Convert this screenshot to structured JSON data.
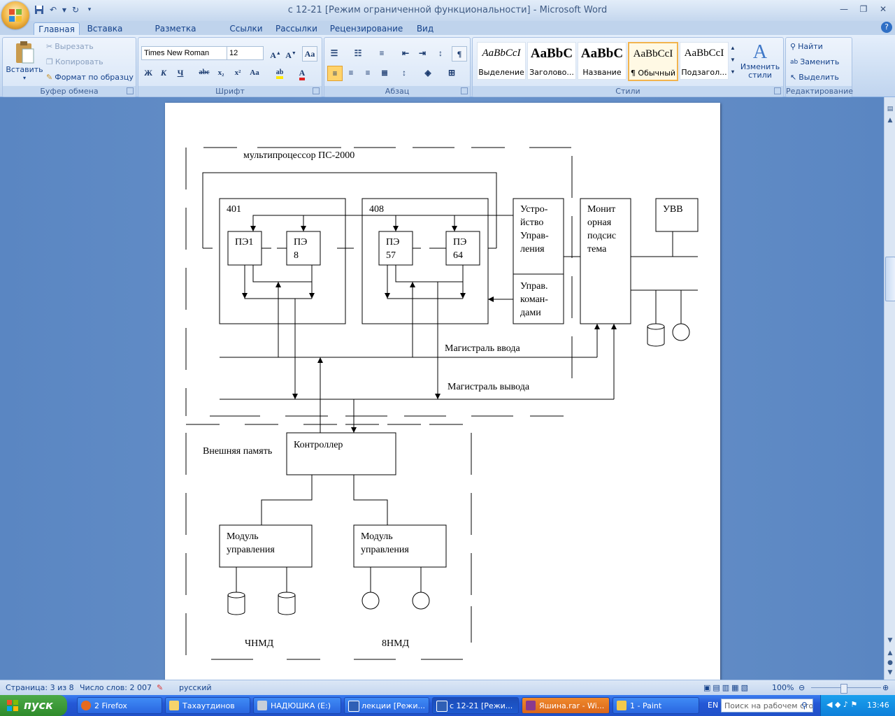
{
  "window": {
    "title": "с 12-21 [Режим ограниченной функциональности] - Microsoft Word"
  },
  "tabs": [
    "Главная",
    "Вставка",
    "Разметка страницы",
    "Ссылки",
    "Рассылки",
    "Рецензирование",
    "Вид"
  ],
  "ribbon": {
    "clipboard": {
      "paste": "Вставить",
      "cut": "Вырезать",
      "copy": "Копировать",
      "format_painter": "Формат по образцу",
      "label": "Буфер обмена"
    },
    "font": {
      "name": "Times New Roman",
      "size": "12",
      "label": "Шрифт"
    },
    "paragraph": {
      "label": "Абзац"
    },
    "styles": {
      "items": [
        {
          "preview": "AaBbCcI",
          "name": "Выделение"
        },
        {
          "preview": "AaBbC",
          "name": "Заголово..."
        },
        {
          "preview": "AaBbC",
          "name": "Название"
        },
        {
          "preview": "AaBbCcI",
          "name": "¶ Обычный"
        },
        {
          "preview": "AaBbCcI",
          "name": "Подзагол..."
        }
      ],
      "change": "Изменить стили",
      "label": "Стили"
    },
    "editing": {
      "find": "Найти",
      "replace": "Заменить",
      "select": "Выделить",
      "label": "Редактирование"
    }
  },
  "diagram": {
    "title": "мультипроцессор ПС-2000",
    "block1": "401",
    "block2": "408",
    "pe1": "ПЭ1",
    "pe8a": "ПЭ",
    "pe8b": "8",
    "pe57a": "ПЭ",
    "pe57b": "57",
    "pe64a": "ПЭ",
    "pe64b": "64",
    "cu": [
      "Устро-",
      "йство",
      "Управ-",
      "ления"
    ],
    "cmd": [
      "Управ.",
      "коман-",
      "дами"
    ],
    "monitor": [
      "Монит",
      "орная",
      "подсис",
      "тема"
    ],
    "uvv": "УВВ",
    "bus_in": "Магистраль ввода",
    "bus_out": "Магистраль вывода",
    "ext_mem": "Внешняя память",
    "controller": "Контроллер",
    "mod1": [
      "Модуль",
      "управления"
    ],
    "mod2": [
      "Модуль",
      "управления"
    ],
    "chnmd": "ЧНМД",
    "nmd": "8НМД"
  },
  "status": {
    "page": "Страница: 3 из 8",
    "words": "Число слов: 2 007",
    "lang": "русский",
    "zoom": "100%"
  },
  "taskbar": {
    "start": "пуск",
    "tasks": [
      "2 Firefox",
      "Тахаутдинов",
      "НАДЮШКА (E:)",
      "лекции [Режи...",
      "с 12-21 [Режи...",
      "Яшина.rar - Wi...",
      "1 - Paint"
    ],
    "lang": "EN",
    "search_placeholder": "Поиск на рабочем столе",
    "clock": "13:46"
  },
  "colors": {
    "ribbon": "#cadcf2",
    "doc_bg": "#6a93cb",
    "taskbar": "#2458d6",
    "start": "#2f8b2b"
  }
}
